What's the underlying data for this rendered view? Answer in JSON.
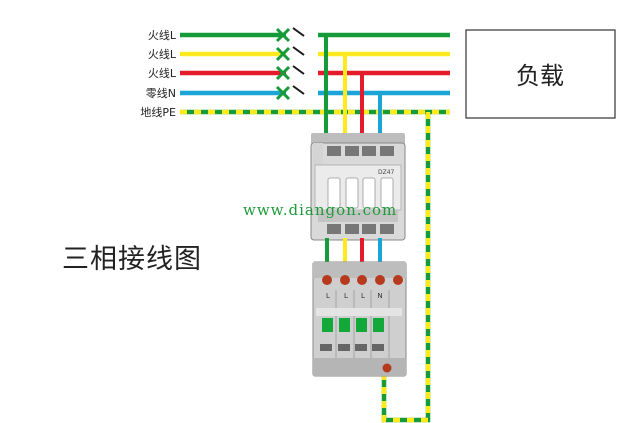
{
  "wires": [
    {
      "label": "火线L",
      "color": "#169b3a"
    },
    {
      "label": "火线L",
      "color": "#ffea1f"
    },
    {
      "label": "火线L",
      "color": "#e21c2b"
    },
    {
      "label": "零线N",
      "color": "#1aa5d6"
    },
    {
      "label": "地线PE",
      "color": "#169b3a",
      "stripe": "#ffea1f"
    }
  ],
  "load_label": "负载",
  "title": "三相接线图",
  "watermark": "www.diangon.com",
  "switch_mark_colors": {
    "x_mark": "#169b3a",
    "slash": "#1a1a1a"
  },
  "breaker": {
    "brand_text": "DZ47",
    "color": "#d9d9d9",
    "handle_color": "#ffffff"
  },
  "spd": {
    "module_label": "L",
    "n_label": "N",
    "window_color": "#12a83a",
    "body_color": "#cfcfcf"
  }
}
